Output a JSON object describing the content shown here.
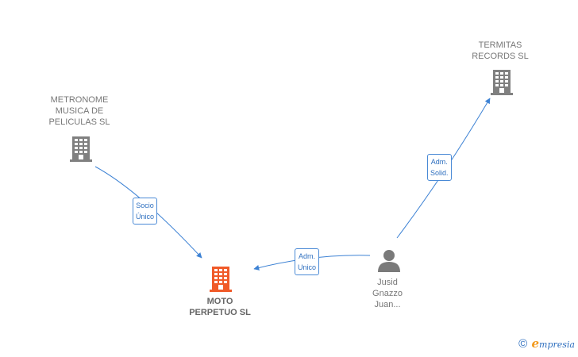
{
  "nodes": {
    "metronome": {
      "lines": [
        "METRONOME",
        "MUSICA DE",
        "PELICULAS SL"
      ],
      "type": "company",
      "color": "#808080"
    },
    "termitas": {
      "lines": [
        "TERMITAS",
        "RECORDS  SL"
      ],
      "type": "company",
      "color": "#808080"
    },
    "moto": {
      "lines": [
        "MOTO",
        "PERPETUO  SL"
      ],
      "type": "company",
      "color": "#f05a28"
    },
    "jusid": {
      "lines": [
        "Jusid",
        "Gnazzo",
        "Juan..."
      ],
      "type": "person",
      "color": "#7a7a7a"
    }
  },
  "edges": {
    "socio": {
      "lines": [
        "Socio",
        "Único"
      ]
    },
    "adm_unico": {
      "lines": [
        "Adm.",
        "Unico"
      ]
    },
    "adm_solid": {
      "lines": [
        "Adm.",
        "Solid."
      ]
    }
  },
  "colors": {
    "edge": "#3d82d4"
  },
  "brand": {
    "copyright": "©",
    "logo_e": "e",
    "logo_rest": "mpresia"
  }
}
